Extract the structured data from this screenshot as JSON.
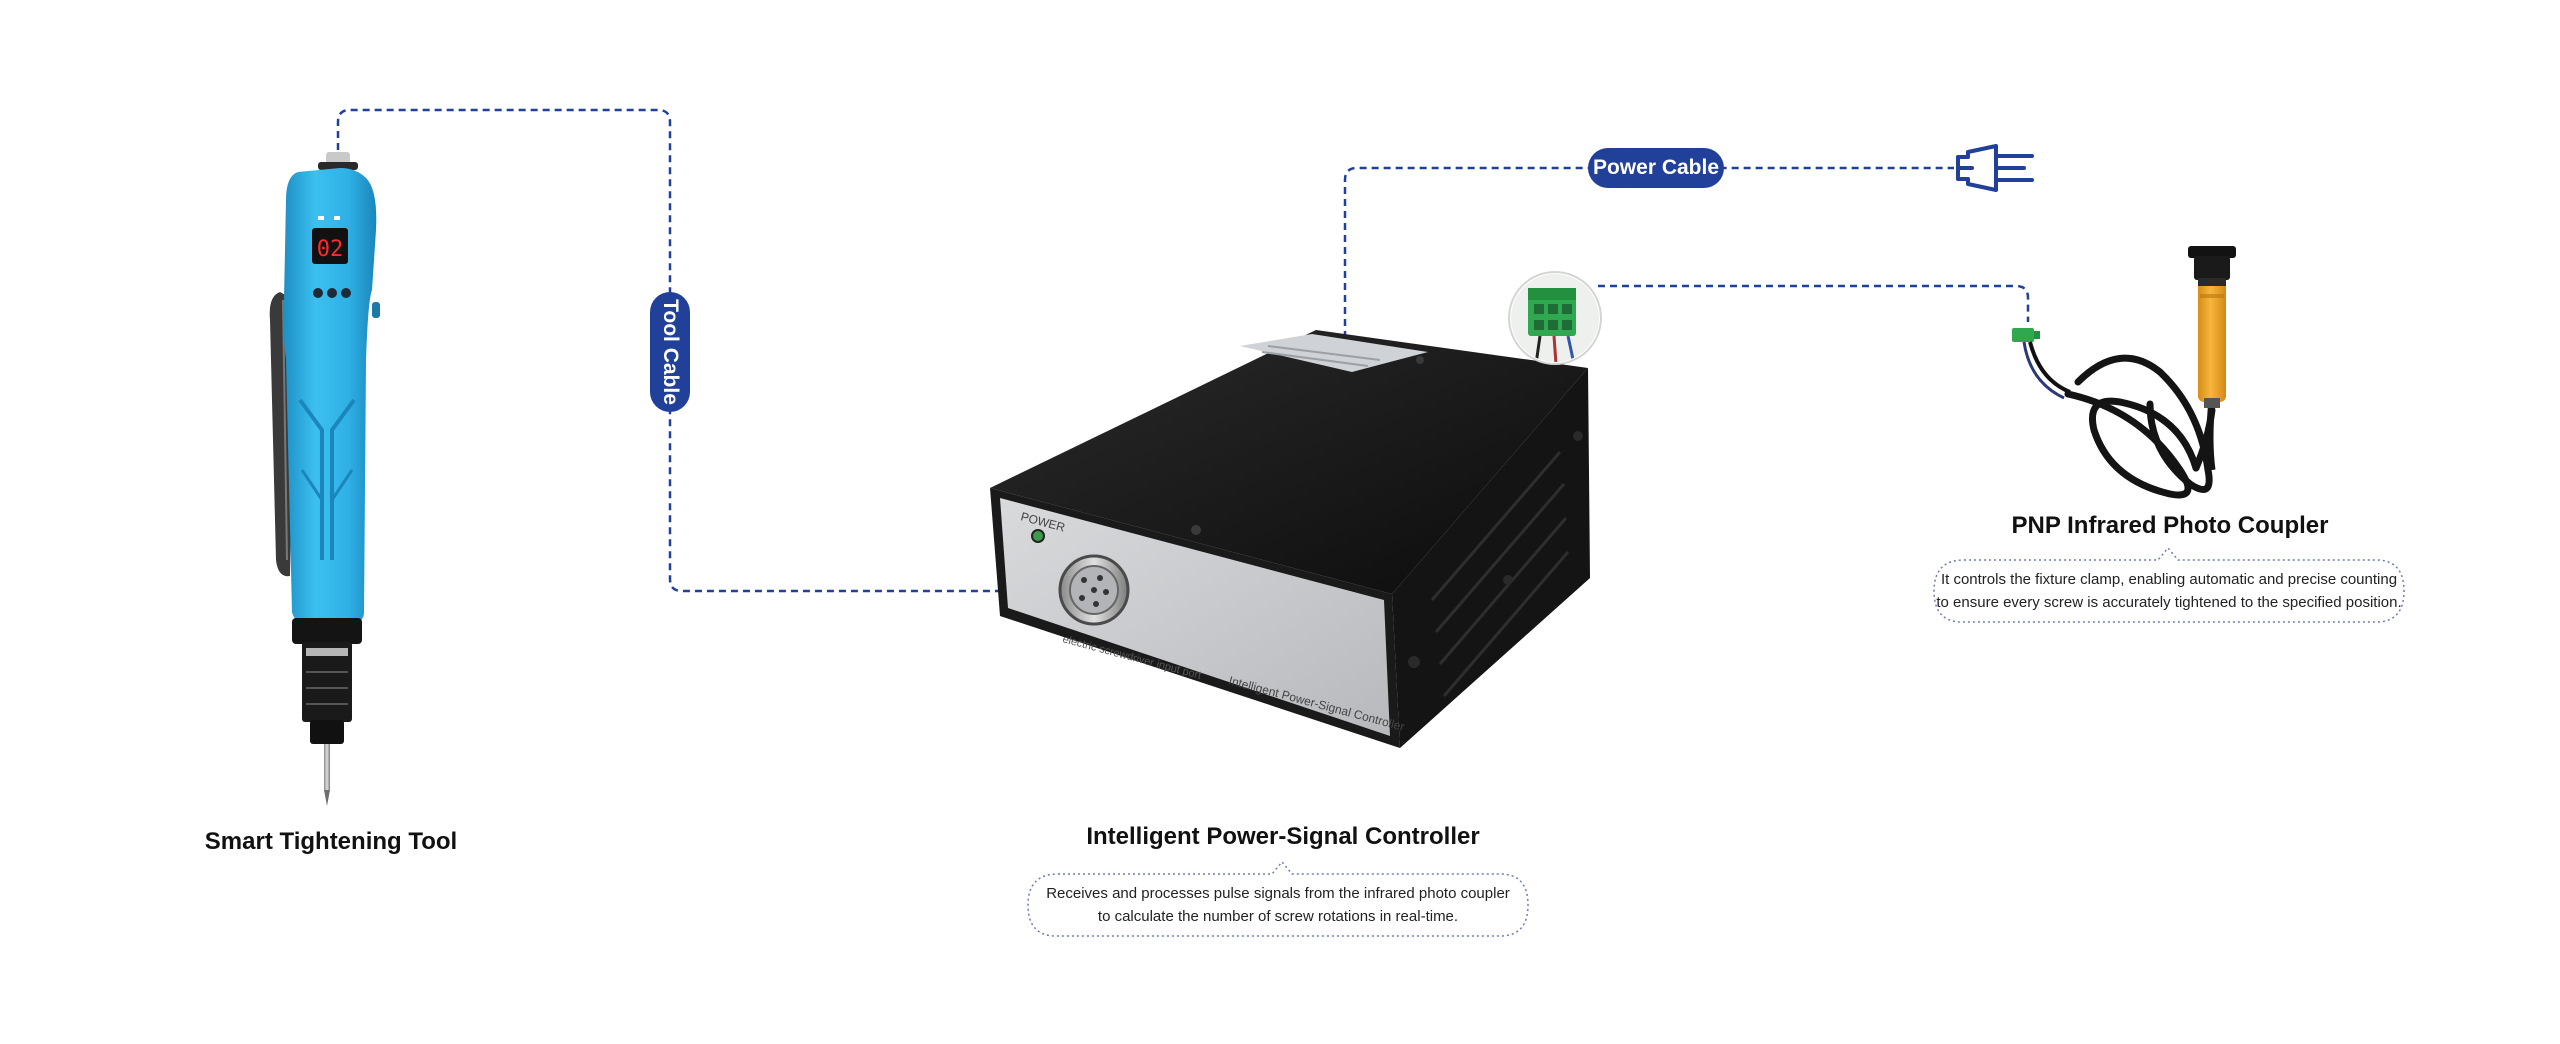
{
  "cables": {
    "tool": "Tool Cable",
    "power": "Power Cable"
  },
  "components": {
    "tool": {
      "title": "Smart Tightening Tool",
      "display": "02"
    },
    "controller": {
      "title": "Intelligent Power-Signal Controller",
      "desc_line1": "Receives and processes pulse signals from the infrared photo coupler",
      "desc_line2": "to calculate the number of screw rotations in real-time.",
      "panel_power": "POWER",
      "panel_port": "electric screwdriver input port",
      "panel_name": "Intelligent Power-Signal Controller"
    },
    "coupler": {
      "title": "PNP Infrared Photo Coupler",
      "desc_line1": "It controls the fixture clamp, enabling automatic and precise counting",
      "desc_line2": "to ensure every screw is accurately tightened to the specified position."
    }
  },
  "colors": {
    "accent": "#21409a",
    "tool_blue": "#33b8ec",
    "controller_black": "#161616",
    "coupler_yellow": "#f2ab30"
  }
}
